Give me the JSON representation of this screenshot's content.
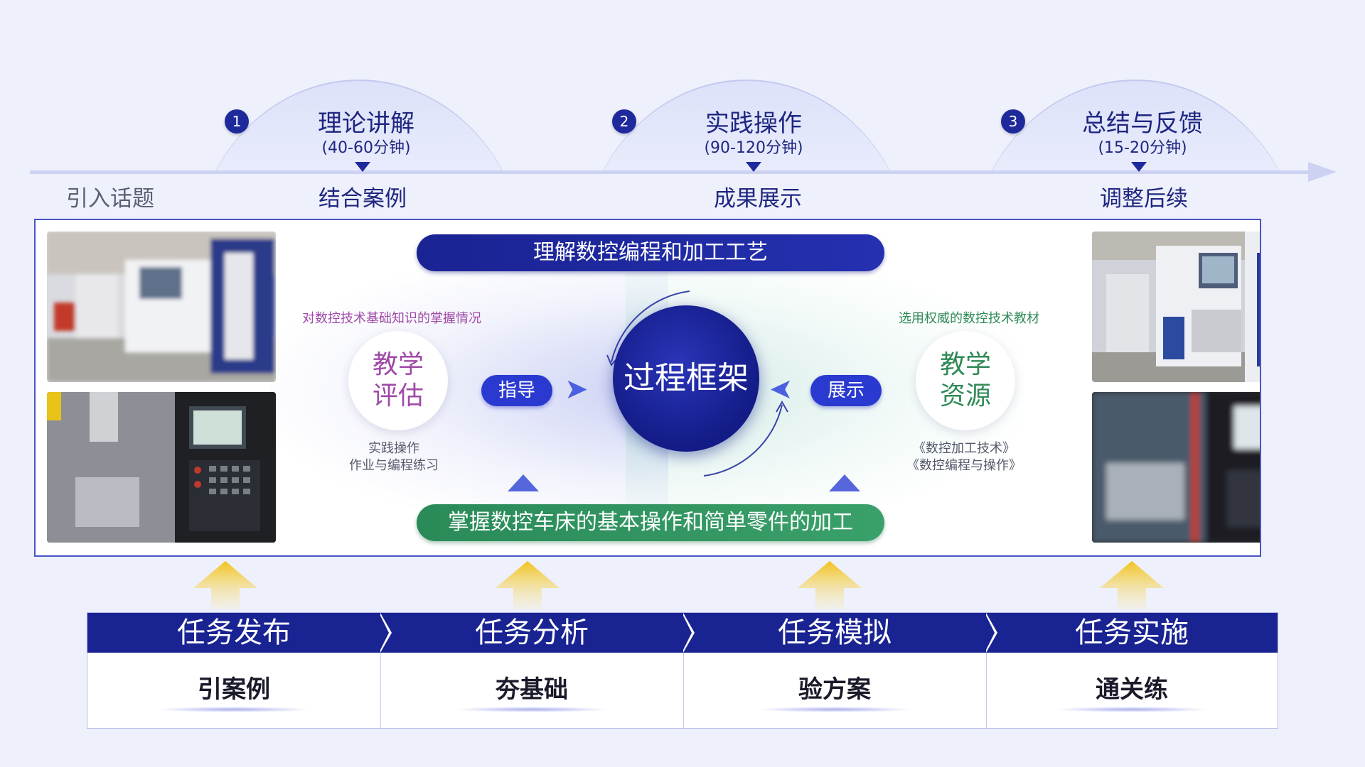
{
  "timeline": {
    "intro": "引入话题",
    "steps": [
      {
        "num": "1",
        "title": "理论讲解",
        "time": "(40-60分钟)",
        "sub": "结合案例"
      },
      {
        "num": "2",
        "title": "实践操作",
        "time": "(90-120分钟)",
        "sub": "成果展示"
      },
      {
        "num": "3",
        "title": "总结与反馈",
        "time": "(15-20分钟)",
        "sub": "调整后续"
      }
    ]
  },
  "framework": {
    "top_bar": "理解数控编程和加工工艺",
    "bottom_bar": "掌握数控车床的基本操作和简单零件的加工",
    "center": "过程框架",
    "left": {
      "circle_line1": "教学",
      "circle_line2": "评估",
      "note": "对数控技术基础知识的掌握情况",
      "below_line1": "实践操作",
      "below_line2": "作业与编程练习",
      "pill": "指导"
    },
    "right": {
      "circle_line1": "教学",
      "circle_line2": "资源",
      "note": "选用权威的数控技术教材",
      "below_line1": "《数控加工技术》",
      "below_line2": "《数控编程与操作》",
      "pill": "展示"
    }
  },
  "tasks": [
    {
      "head": "任务发布",
      "body": "引案例"
    },
    {
      "head": "任务分析",
      "body": "夯基础"
    },
    {
      "head": "任务模拟",
      "body": "验方案"
    },
    {
      "head": "任务实施",
      "body": "通关练"
    }
  ],
  "colors": {
    "navy": "#1a2392",
    "green": "#2a8a58",
    "purple_note": "#a04aa8",
    "green_note": "#2f8a56",
    "gold": "#f2c21a"
  }
}
